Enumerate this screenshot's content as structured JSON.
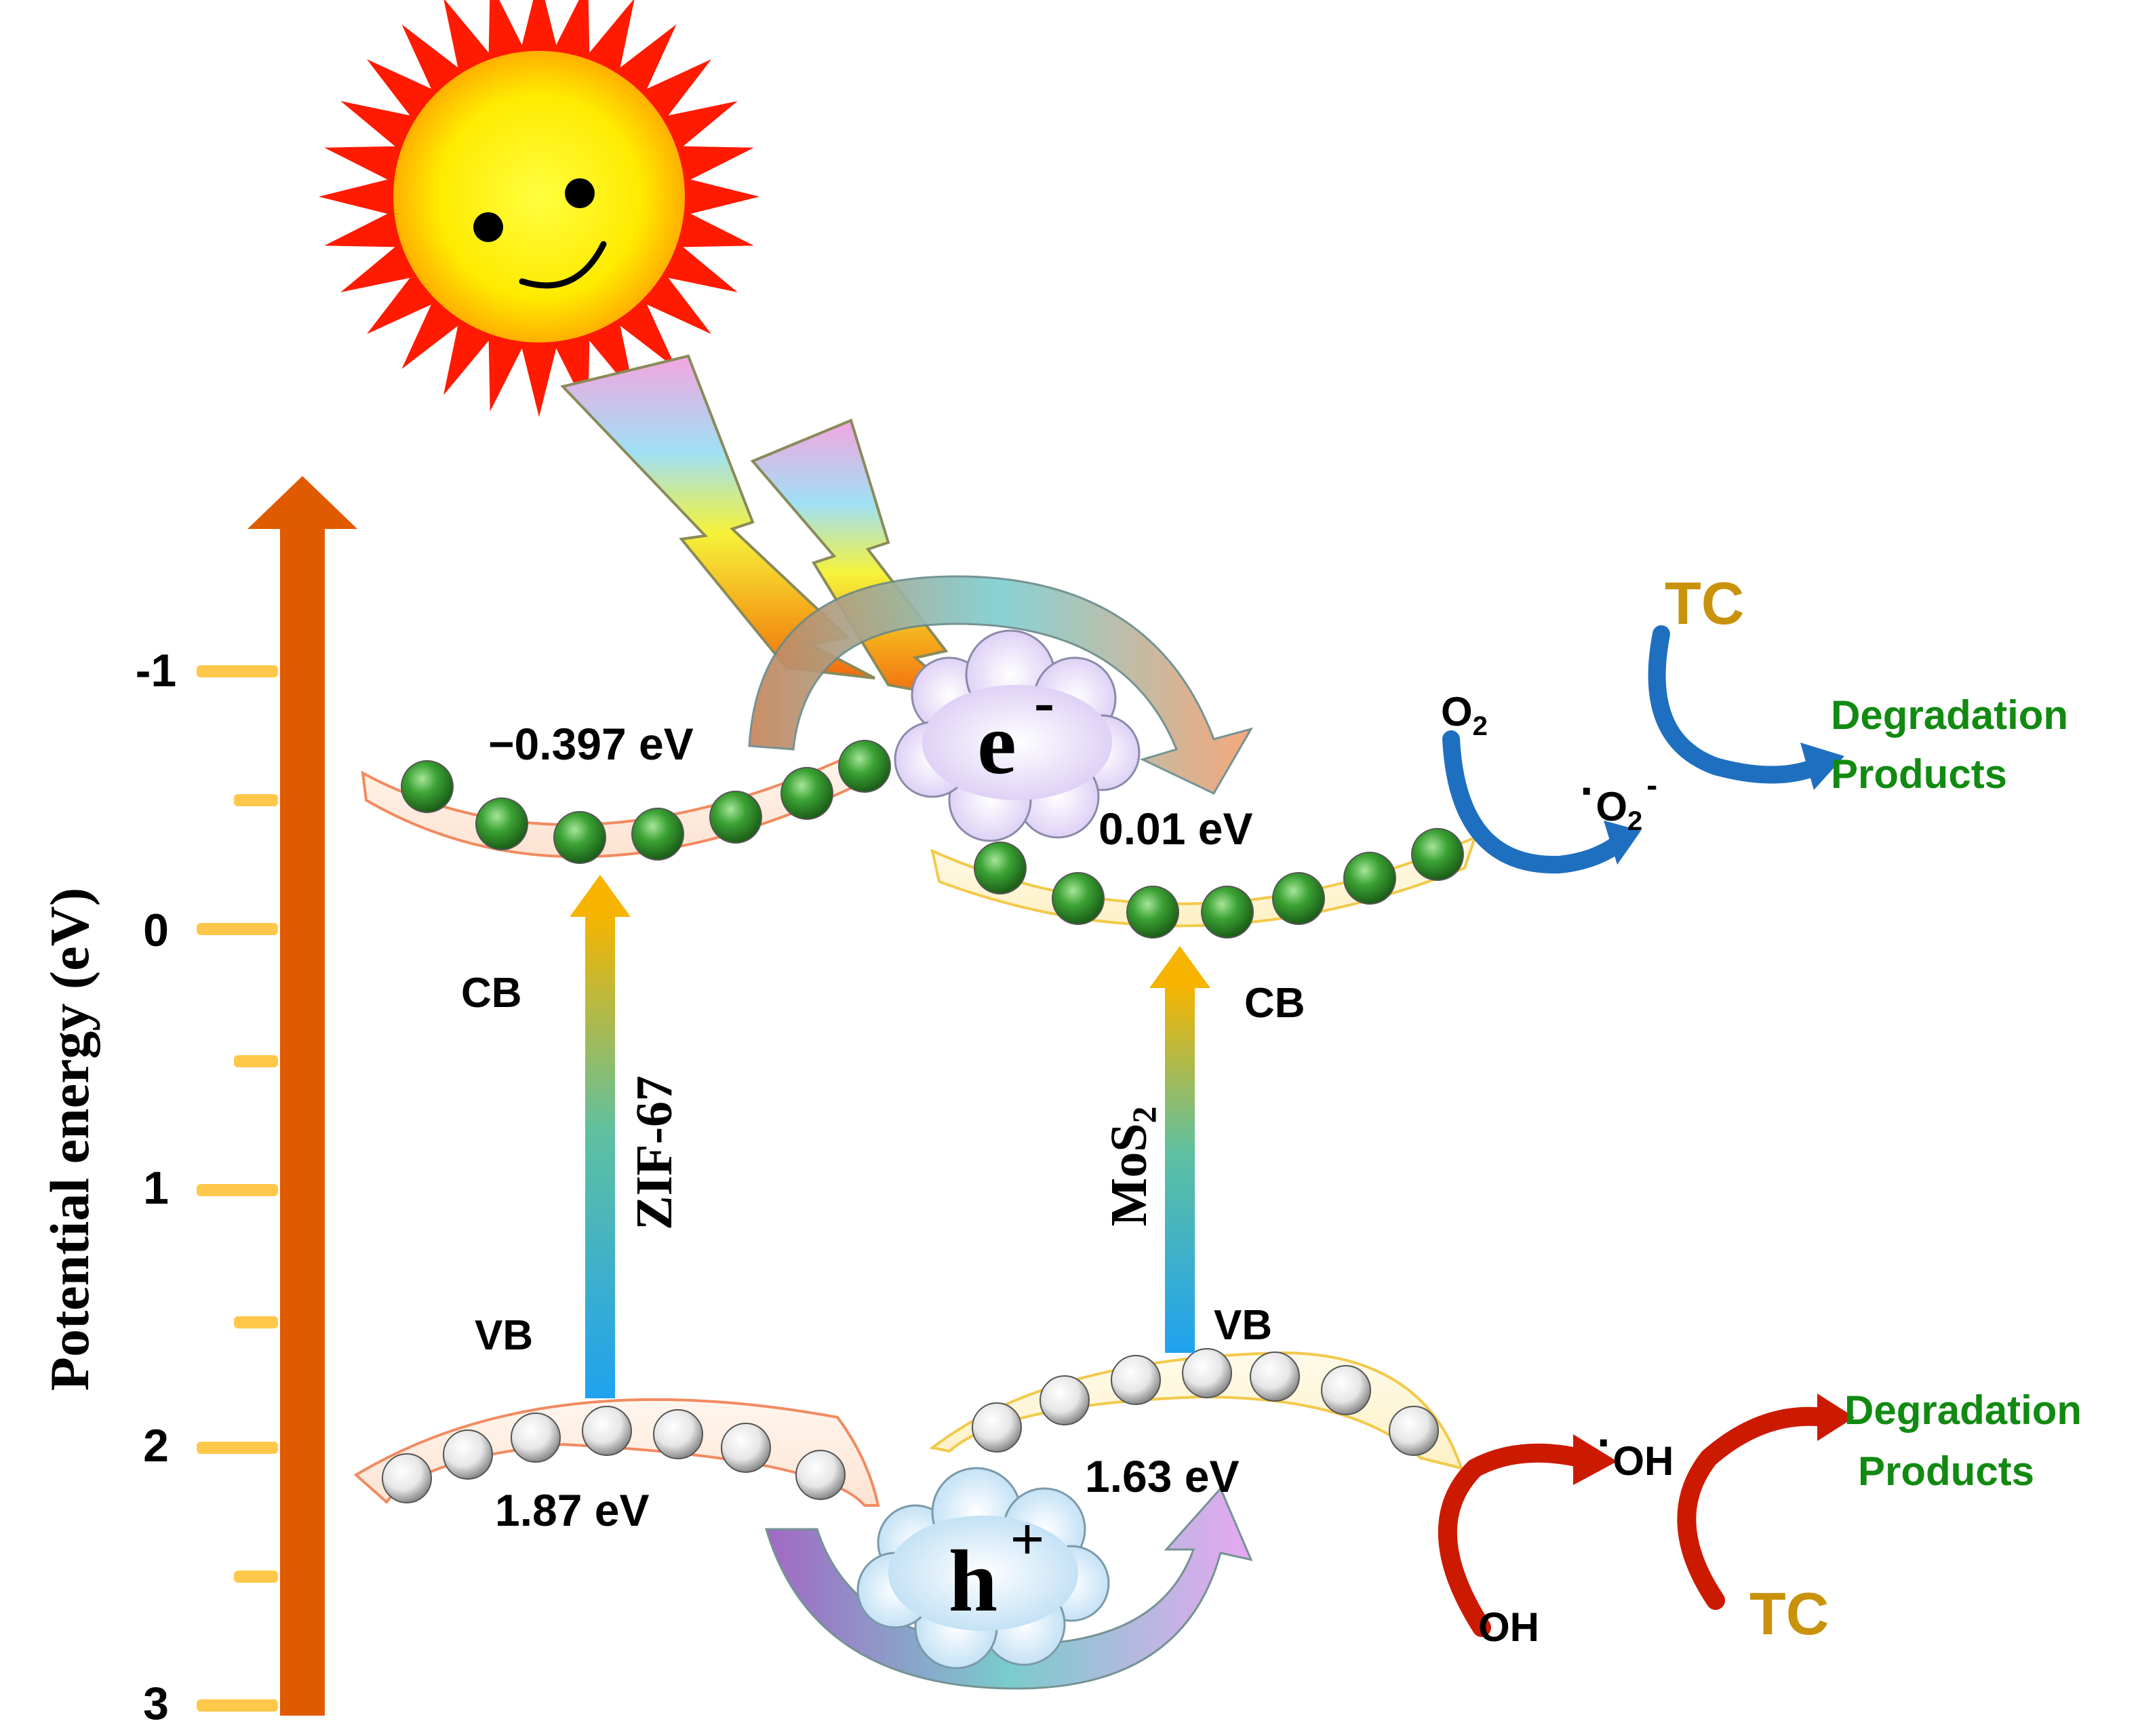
{
  "axis": {
    "title": "Potential energy (eV)",
    "ticks": [
      "-1",
      "0",
      "1",
      "2",
      "3"
    ]
  },
  "zif67": {
    "name": "ZIF-67",
    "cb_label": "CB",
    "vb_label": "VB",
    "cb_energy": "−0.397 eV",
    "vb_energy": "1.87 eV",
    "cb_value": -0.397,
    "vb_value": 1.87
  },
  "mos2": {
    "name": "MoS",
    "name_sub": "2",
    "cb_label": "CB",
    "vb_label": "VB",
    "cb_energy": "0.01 eV",
    "vb_energy": "1.63 eV",
    "cb_value": 0.01,
    "vb_value": 1.63
  },
  "carriers": {
    "electron": "e",
    "electron_sup": "-",
    "hole": "h",
    "hole_sup": "+"
  },
  "reactions": {
    "o2": "O",
    "o2_sub": "2",
    "superoxide_dot": "·",
    "superoxide": "O",
    "superoxide_sub": "2",
    "superoxide_sup": "-",
    "oh": "OH",
    "hydroxyl_dot": "·",
    "hydroxyl": "OH",
    "tc_top": "TC",
    "tc_bottom": "TC",
    "products_top_line1": "Degradation",
    "products_top_line2": "Products",
    "products_bottom_line1": "Degradation",
    "products_bottom_line2": "Products"
  },
  "colors": {
    "axis_arrow": "#e05a00",
    "tick": "#ffc84a",
    "electron_ball": "#2f9a2a",
    "hole_ball": "#d9d9d9",
    "zif_band_stroke": "#f28a60",
    "mos_band_stroke": "#f2c94a",
    "tc_text": "#c8920a",
    "products_text": "#128a12",
    "blue_arrow": "#1f6fc0",
    "red_arrow": "#cc1a00"
  }
}
